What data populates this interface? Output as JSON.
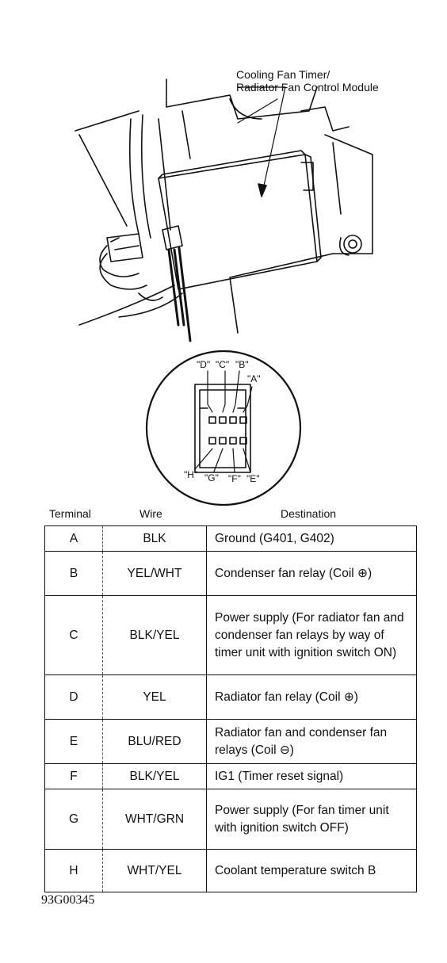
{
  "callout": {
    "line1": "Cooling Fan Timer/",
    "line2": "Radiator Fan Control Module"
  },
  "pins_top": [
    "\"D\"",
    "\"C\"",
    "\"B\"",
    "\"A\""
  ],
  "pins_bottom": [
    "\"H\"",
    "\"G\"",
    "\"F\"",
    "\"E\""
  ],
  "table": {
    "headers": {
      "terminal": "Terminal",
      "wire": "Wire",
      "destination": "Destination"
    },
    "rows": [
      {
        "terminal": "A",
        "wire": "BLK",
        "destination": "Ground (G401, G402)"
      },
      {
        "terminal": "B",
        "wire": "YEL/WHT",
        "destination": "Condenser fan relay (Coil ⊕)"
      },
      {
        "terminal": "C",
        "wire": "BLK/YEL",
        "destination": "Power supply (For radiator fan and condenser fan relays by way of timer unit with ignition switch ON)"
      },
      {
        "terminal": "D",
        "wire": "YEL",
        "destination": "Radiator fan relay (Coil ⊕)"
      },
      {
        "terminal": "E",
        "wire": "BLU/RED",
        "destination": "Radiator fan and condenser fan relays (Coil ⊖)"
      },
      {
        "terminal": "F",
        "wire": "BLK/YEL",
        "destination": "IG1 (Timer reset signal)"
      },
      {
        "terminal": "G",
        "wire": "WHT/GRN",
        "destination": "Power supply (For fan timer unit with ignition switch OFF)"
      },
      {
        "terminal": "H",
        "wire": "WHT/YEL",
        "destination": "Coolant temperature switch B"
      }
    ]
  },
  "figure_id": "93G00345"
}
